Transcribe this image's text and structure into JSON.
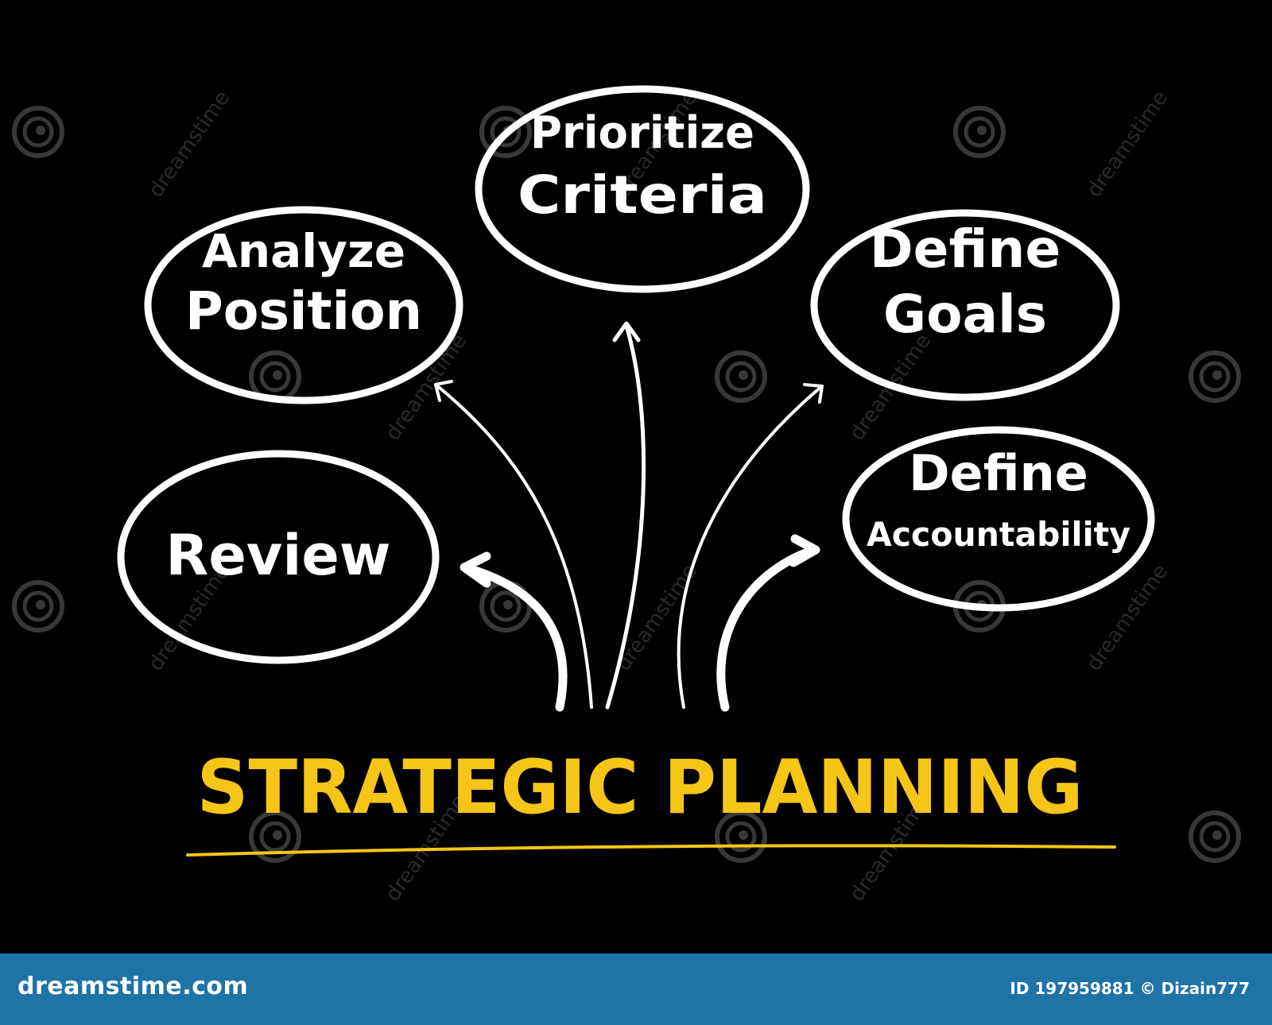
{
  "diagram": {
    "title": "STRATEGIC PLANNING",
    "nodes": [
      {
        "id": "analyze",
        "lines": [
          "Analyze",
          "Position"
        ]
      },
      {
        "id": "prioritize",
        "lines": [
          "Prioritize",
          "Criteria"
        ]
      },
      {
        "id": "goals",
        "lines": [
          "Define",
          "Goals"
        ]
      },
      {
        "id": "review",
        "lines": [
          "Review"
        ]
      },
      {
        "id": "accountability",
        "lines": [
          "Define",
          "Accountability"
        ]
      }
    ],
    "colors": {
      "background": "#000000",
      "stroke": "#ffffff",
      "title": "#f5c518",
      "footer": "#1e73a7"
    }
  },
  "watermark": {
    "text": "dreamstime"
  },
  "footer": {
    "logo_text": "dreamstime.com",
    "id_text": "ID 197959881 © Dizain777"
  }
}
